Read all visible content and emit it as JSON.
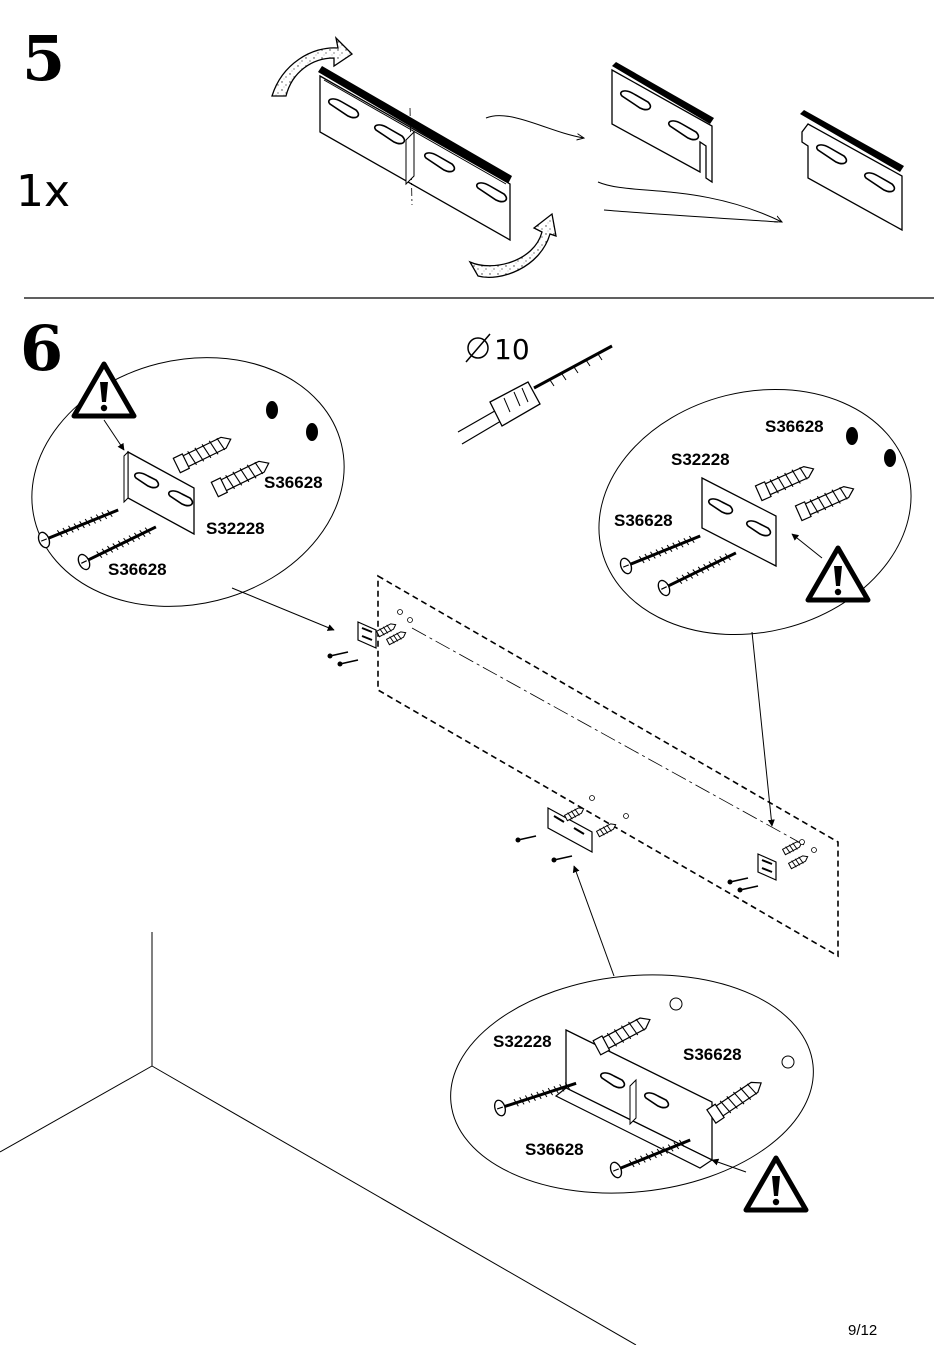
{
  "step5": {
    "number": "5",
    "quantity": "1x"
  },
  "step6": {
    "number": "6",
    "drill_size": "10",
    "detail_left": {
      "labels": [
        "S36628",
        "S32228",
        "S36628"
      ]
    },
    "detail_right": {
      "labels": [
        "S36628",
        "S32228",
        "S36628"
      ]
    },
    "detail_bottom": {
      "labels": [
        "S32228",
        "S36628",
        "S36628"
      ]
    }
  },
  "footer": {
    "page": "9/12"
  }
}
